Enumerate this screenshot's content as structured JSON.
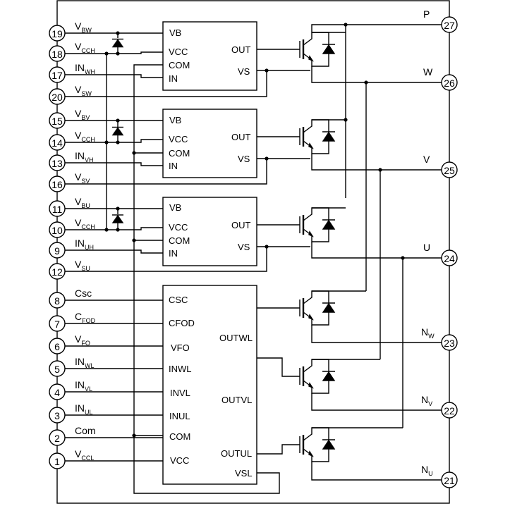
{
  "left_pins": [
    {
      "num": "19",
      "main": "V",
      "sub": "BW"
    },
    {
      "num": "18",
      "main": "V",
      "sub": "CCH"
    },
    {
      "num": "17",
      "main": "IN",
      "sub": "WH"
    },
    {
      "num": "20",
      "main": "V",
      "sub": "SW"
    },
    {
      "num": "15",
      "main": "V",
      "sub": "BV"
    },
    {
      "num": "14",
      "main": "V",
      "sub": "CCH"
    },
    {
      "num": "13",
      "main": "IN",
      "sub": "VH"
    },
    {
      "num": "16",
      "main": "V",
      "sub": "SV"
    },
    {
      "num": "11",
      "main": "V",
      "sub": "BU"
    },
    {
      "num": "10",
      "main": "V",
      "sub": "CCH"
    },
    {
      "num": "9",
      "main": "IN",
      "sub": "UH"
    },
    {
      "num": "12",
      "main": "V",
      "sub": "SU"
    },
    {
      "num": "8",
      "main": "Csc",
      "sub": ""
    },
    {
      "num": "7",
      "main": "C",
      "sub": "FOD"
    },
    {
      "num": "6",
      "main": "V",
      "sub": "FO"
    },
    {
      "num": "5",
      "main": "IN",
      "sub": "WL"
    },
    {
      "num": "4",
      "main": "IN",
      "sub": "VL"
    },
    {
      "num": "3",
      "main": "IN",
      "sub": "UL"
    },
    {
      "num": "2",
      "main": "Com",
      "sub": ""
    },
    {
      "num": "1",
      "main": "V",
      "sub": "CCL"
    }
  ],
  "right_pins": [
    {
      "num": "27",
      "main": "P",
      "sub": ""
    },
    {
      "num": "26",
      "main": "W",
      "sub": ""
    },
    {
      "num": "25",
      "main": "V",
      "sub": ""
    },
    {
      "num": "24",
      "main": "U",
      "sub": ""
    },
    {
      "num": "23",
      "main": "N",
      "sub": "W"
    },
    {
      "num": "22",
      "main": "N",
      "sub": "V"
    },
    {
      "num": "21",
      "main": "N",
      "sub": "U"
    }
  ],
  "high_side_drivers": [
    {
      "vb": "VB",
      "vcc": "VCC",
      "com": "COM",
      "in": "IN",
      "out": "OUT",
      "vs": "VS"
    },
    {
      "vb": "VB",
      "vcc": "VCC",
      "com": "COM",
      "in": "IN",
      "out": "OUT",
      "vs": "VS"
    },
    {
      "vb": "VB",
      "vcc": "VCC",
      "com": "COM",
      "in": "IN",
      "out": "OUT",
      "vs": "VS"
    }
  ],
  "low_side_driver": {
    "left_ports": [
      "CSC",
      "CFOD",
      "VFO",
      "INWL",
      "INVL",
      "INUL",
      "COM",
      "VCC"
    ],
    "right_ports": [
      "OUTWL",
      "OUTVL",
      "OUTUL",
      "VSL"
    ]
  }
}
